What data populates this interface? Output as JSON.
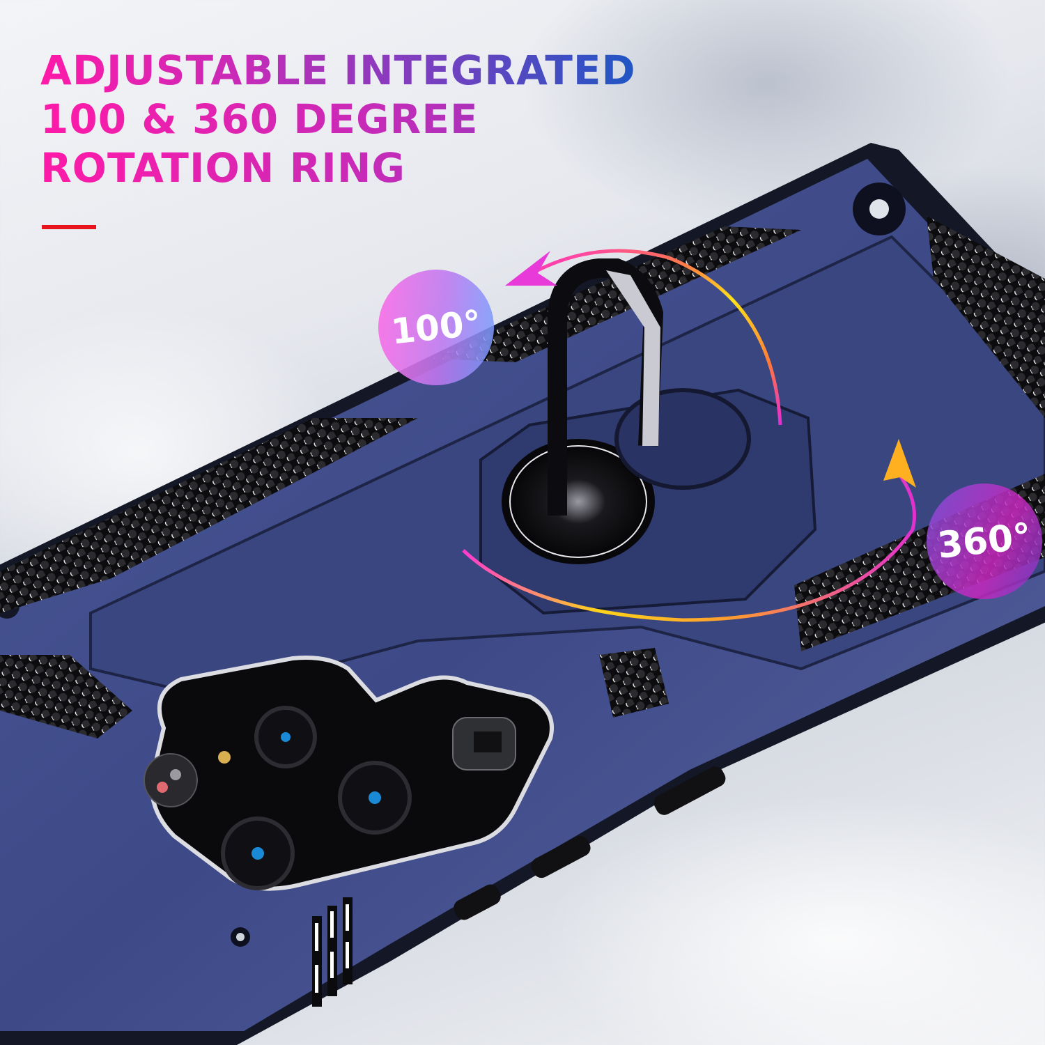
{
  "headline": {
    "line1": "ADJUSTABLE INTEGRATED",
    "line2": "100 & 360 DEGREE",
    "line3": "ROTATION RING"
  },
  "badges": {
    "tilt": {
      "label": "100°",
      "meaning": "100 degree tilt"
    },
    "rotate": {
      "label": "360°",
      "meaning": "360 degree rotation"
    }
  },
  "colors": {
    "headline_gradient_start": "#ff1aa8",
    "headline_gradient_end": "#1f56c4",
    "accent_bar": "#e8141c",
    "case_blue": "#3d4a86",
    "case_blue_dark": "#27305e",
    "grip_black": "#1b1b1e",
    "arrow_yellow": "#ffd21a",
    "arrow_magenta": "#e22ad0"
  },
  "product": {
    "description": "Navy blue rugged phone case with kickstand ring holder, honeycomb grip panels and triple-camera cutout"
  }
}
